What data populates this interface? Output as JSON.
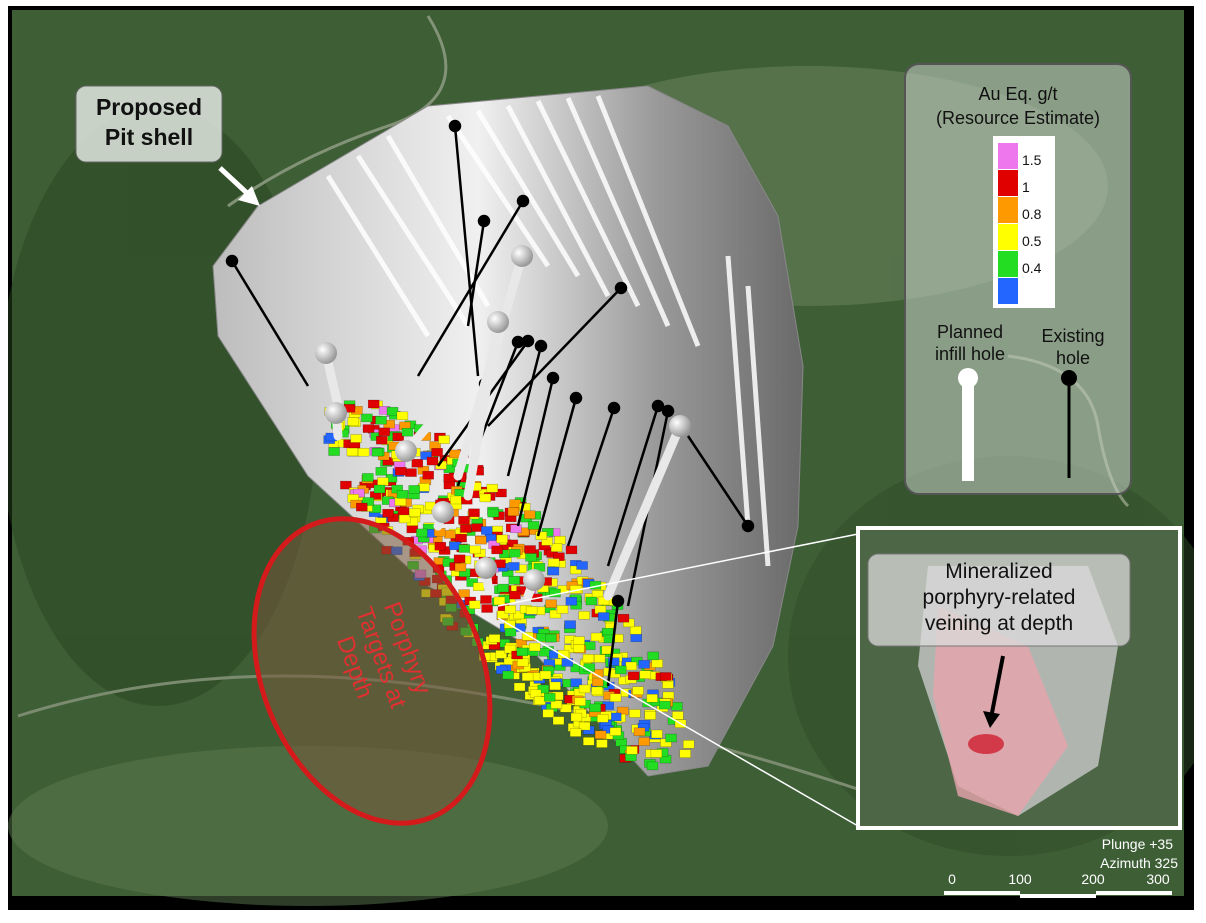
{
  "callouts": {
    "pit_shell": [
      "Proposed",
      "Pit shell"
    ],
    "porphyry": [
      "Porphyry",
      "Targets at",
      "Depth"
    ],
    "inset": [
      "Mineralized",
      "porphyry-related",
      "veining at depth"
    ]
  },
  "legend": {
    "title": [
      "Au Eq. g/t",
      "(Resource Estimate)"
    ],
    "scale": [
      {
        "label": "1.5",
        "color": "#ee77ee"
      },
      {
        "label": "1",
        "color": "#e00000"
      },
      {
        "label": "0.8",
        "color": "#ff9900"
      },
      {
        "label": "0.5",
        "color": "#ffff00"
      },
      {
        "label": "0.4",
        "color": "#22dd22"
      },
      {
        "label": "",
        "color": "#2266ff"
      }
    ],
    "planned": [
      "Planned",
      "infill hole"
    ],
    "existing": [
      "Existing",
      "hole"
    ]
  },
  "view": {
    "plunge": "Plunge +35",
    "azimuth": "Azimuth 325"
  },
  "scale_bar": {
    "ticks": [
      "0",
      "100",
      "200",
      "300"
    ]
  }
}
